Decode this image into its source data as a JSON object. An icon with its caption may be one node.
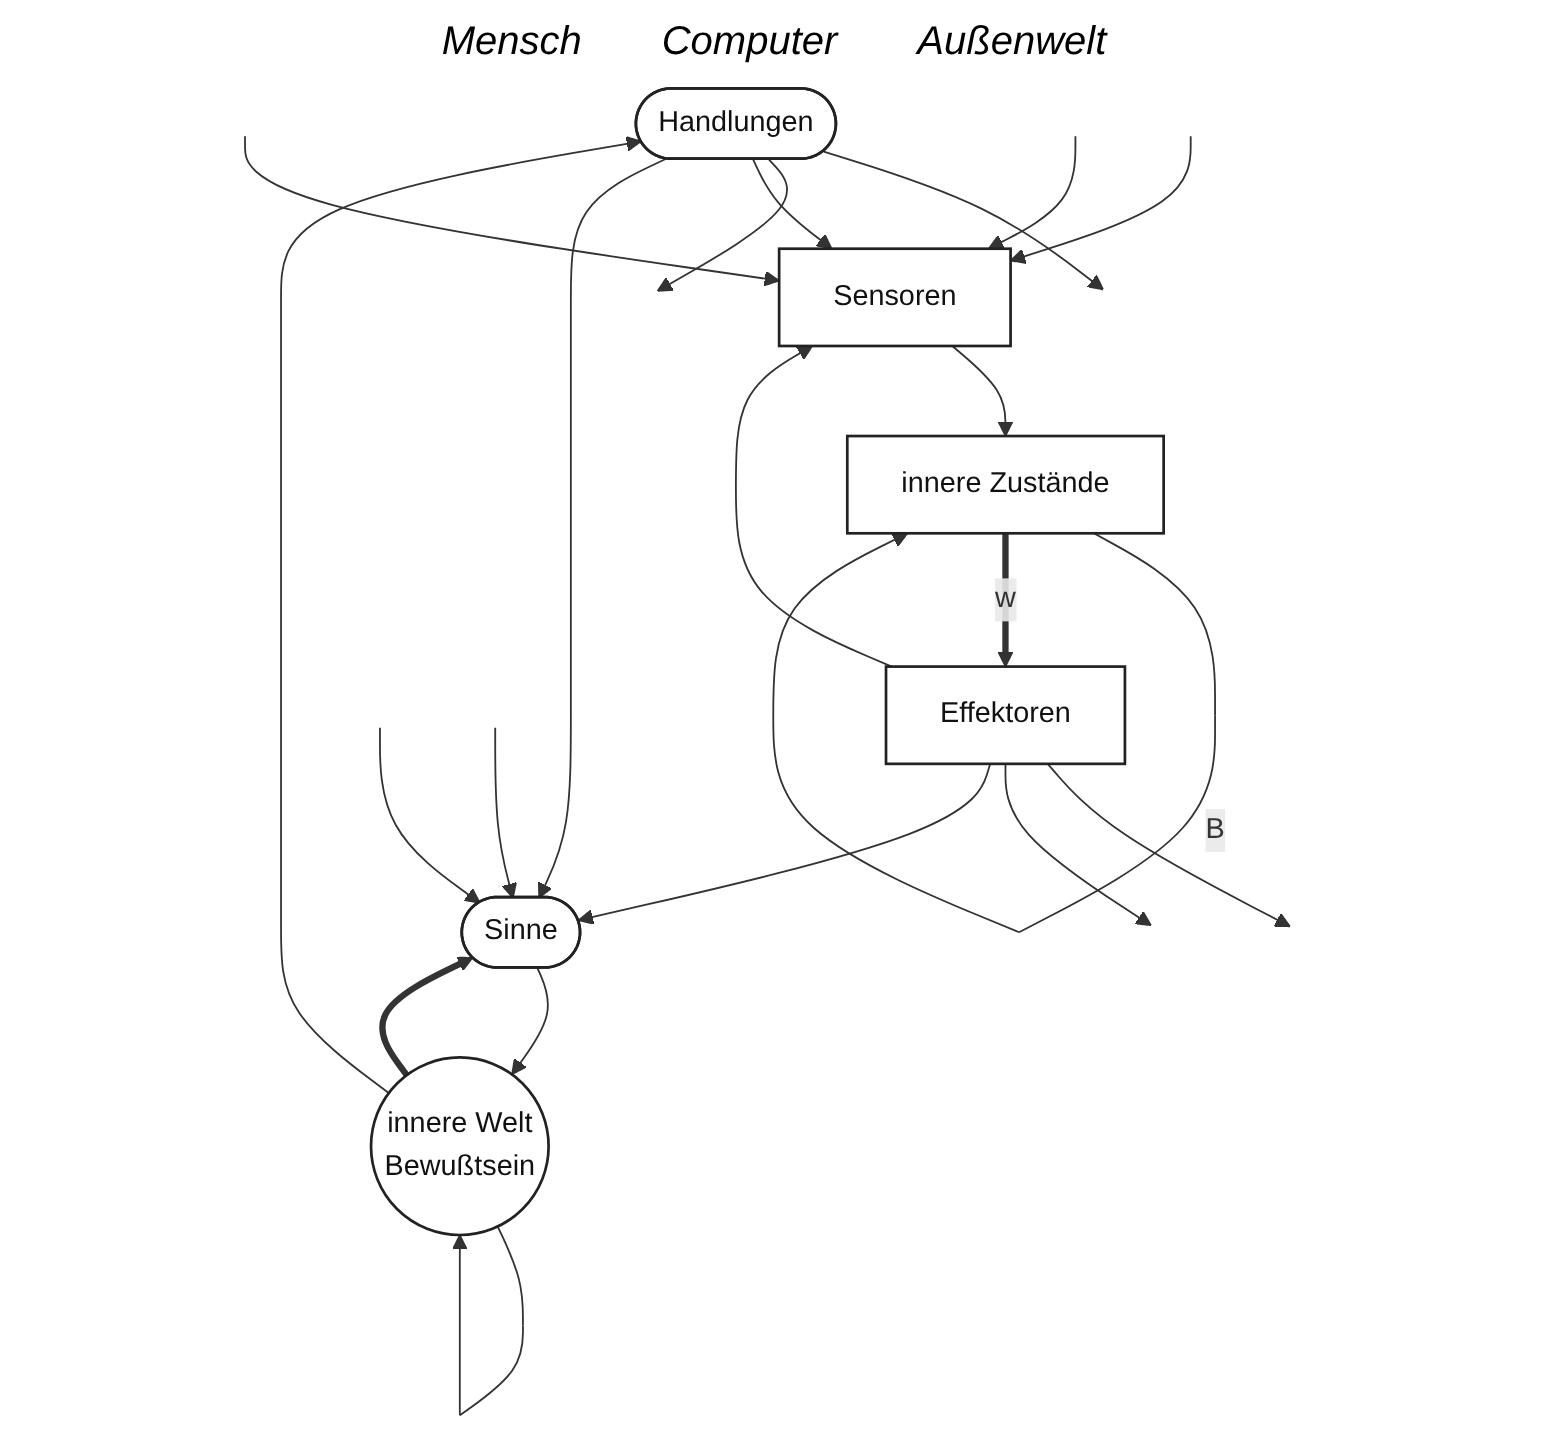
{
  "diagram": {
    "nodes": [
      {
        "text": [
          "Handlungen"
        ]
      },
      {
        "text": [
          "innere Welt",
          "Bewußtsein"
        ]
      },
      {
        "text": [
          "Sinne"
        ]
      },
      {
        "text": [
          "Sensoren"
        ]
      },
      {
        "text": [
          "innere Zustände"
        ]
      },
      {
        "text": [
          "Effektoren"
        ]
      }
    ],
    "edges": [
      {
        "from": 0,
        "to": null,
        "arrow": "to"
      },
      {
        "from": 0,
        "to": null,
        "arrow": "to"
      },
      {
        "from": 0,
        "to": 3,
        "arrow": "to"
      },
      {
        "from": null,
        "to": 3,
        "arrow": "to"
      },
      {
        "from": null,
        "to": 3,
        "arrow": "to"
      },
      {
        "from": null,
        "to": 3,
        "arrow": "to"
      },
      {
        "from": 3,
        "to": 4,
        "arrow": "to"
      },
      {
        "from": 4,
        "to": 4,
        "arrow": "to",
        "label": "B"
      },
      {
        "from": 4,
        "to": 5,
        "arrow": "to",
        "label": "w",
        "style": "thick"
      },
      {
        "from": 5,
        "to": 3,
        "arrow": "to"
      },
      {
        "from": 5,
        "to": null,
        "arrow": "to"
      },
      {
        "from": 5,
        "to": null,
        "arrow": "to"
      },
      {
        "from": 5,
        "to": 2,
        "arrow": "to"
      },
      {
        "from": null,
        "to": 2,
        "arrow": "to"
      },
      {
        "from": null,
        "to": 2,
        "arrow": "to"
      },
      {
        "from": 2,
        "to": 1,
        "arrow": "to"
      },
      {
        "from": 1,
        "to": 0,
        "arrow": "to"
      },
      {
        "from": 1,
        "to": 1,
        "arrow": "to"
      },
      {
        "from": 1,
        "to": 2,
        "arrow": "to",
        "style": "thick"
      },
      {
        "from": 0,
        "to": 2,
        "arrow": "to"
      }
    ],
    "labels": [
      "Mensch",
      "Computer",
      "Außenwelt"
    ]
  }
}
